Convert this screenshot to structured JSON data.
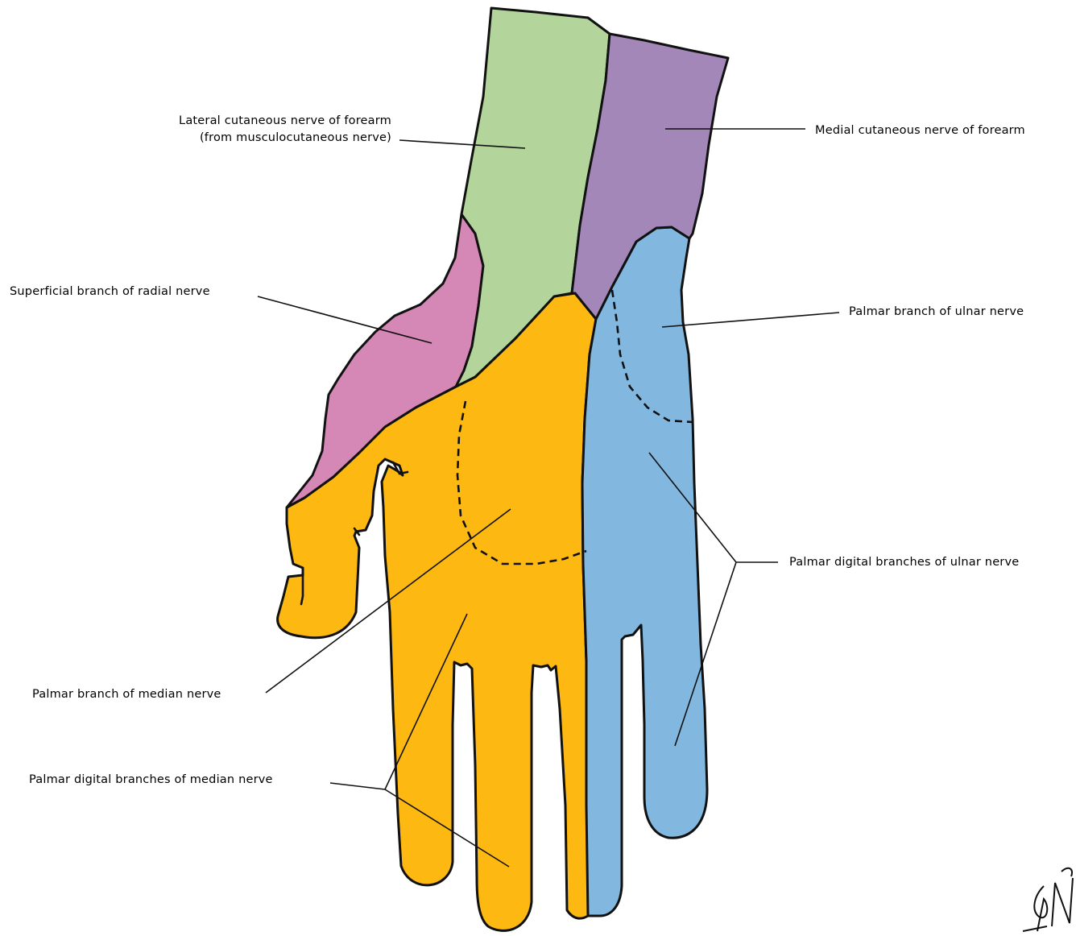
{
  "colors": {
    "lateral_forearm": "#b3d59c",
    "medial_forearm": "#a287b8",
    "radial": "#d587b5",
    "median": "#fdb912",
    "ulnar": "#82b7df",
    "outline": "#111111"
  },
  "labels": {
    "lateral_forearm_line1": "Lateral cutaneous nerve of forearm",
    "lateral_forearm_line2": "(from musculocutaneous nerve)",
    "medial_forearm": "Medial cutaneous nerve of forearm",
    "radial": "Superficial branch of radial nerve",
    "ulnar_palmar": "Palmar branch of ulnar nerve",
    "ulnar_digital": "Palmar digital branches of ulnar nerve",
    "median_palmar": "Palmar branch of median nerve",
    "median_digital": "Palmar digital branches of median nerve"
  },
  "signature": "signature-logo"
}
